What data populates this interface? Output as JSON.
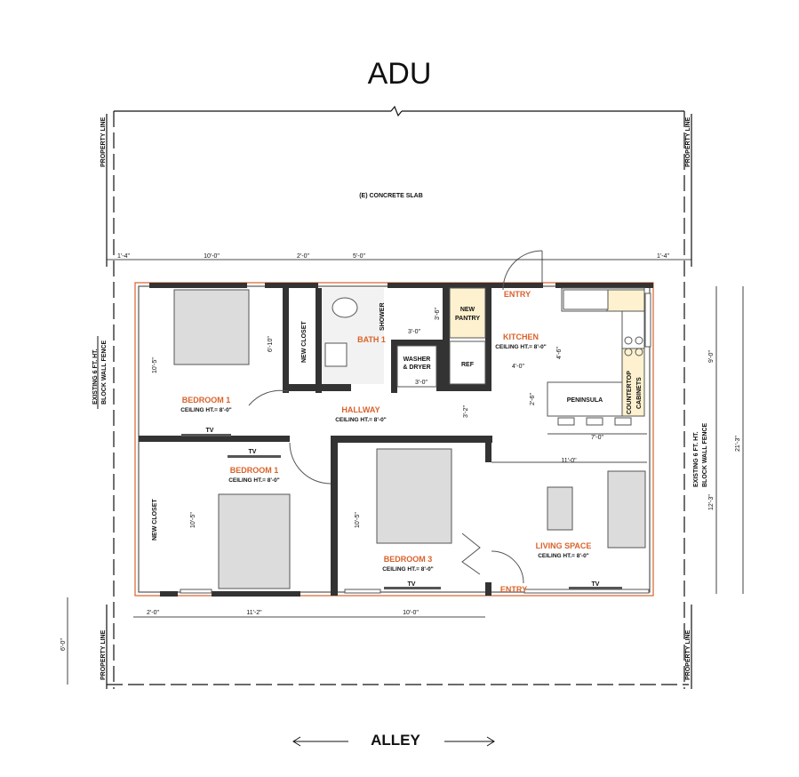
{
  "title": "ADU",
  "alley": "ALLEY",
  "property_line": "PROPERTY LINE",
  "concrete_slab": "(E) CONCRETE SLAB",
  "fence": [
    "EXISTING 6 FT. HT.",
    "BLOCK WALL FENCE"
  ],
  "rooms": {
    "bedroom1_top": {
      "name": "BEDROOM 1",
      "ceiling": "CEILING HT.= 8'-0\""
    },
    "bedroom1_bottom": {
      "name": "BEDROOM 1",
      "ceiling": "CEILING HT.= 8'-0\""
    },
    "bedroom3": {
      "name": "BEDROOM 3",
      "ceiling": "CEILING HT.= 8'-0\""
    },
    "hallway": {
      "name": "HALLWAY",
      "ceiling": "CEILING HT.= 8'-0\""
    },
    "kitchen": {
      "name": "KITCHEN",
      "ceiling": "CEILING HT.= 8'-0\""
    },
    "living": {
      "name": "LIVING SPACE",
      "ceiling": "CEILING HT.= 8'-0\""
    },
    "bath": {
      "name": "BATH 1"
    }
  },
  "labels": {
    "entry": "ENTRY",
    "new_closet": "NEW CLOSET",
    "shower": "SHOWER",
    "washer": [
      "WASHER",
      "& DRYER"
    ],
    "pantry": [
      "NEW",
      "PANTRY"
    ],
    "ref": "REF",
    "peninsula": "PENINSULA",
    "countertop": "COUNTERTOP",
    "cabinets": "CABINETS",
    "tv": "TV"
  },
  "dimensions": {
    "top": [
      "1'-4\"",
      "10'-0\"",
      "2'-0\"",
      "5'-0\"",
      "1'-4\""
    ],
    "bottom": [
      "2'-0\"",
      "11'-2\"",
      "10'-0\""
    ],
    "right": [
      "9'-0\"",
      "12'-3\"",
      "21'-3\""
    ],
    "left": "6'-0\"",
    "bed1_top": "10'-5\"",
    "closet_top": "6'-10\"",
    "shower": [
      "3'-6\"",
      "3'-0\""
    ],
    "washer": "3'-0\"",
    "kitchen": [
      "4'-6\"",
      "4'-0\"",
      "2'-6\"",
      "7'-0\""
    ],
    "hall": "3'-2\"",
    "living": "11'-0\"",
    "bed1_bottom": "10'-5\"",
    "bed3": "10'-5\""
  }
}
